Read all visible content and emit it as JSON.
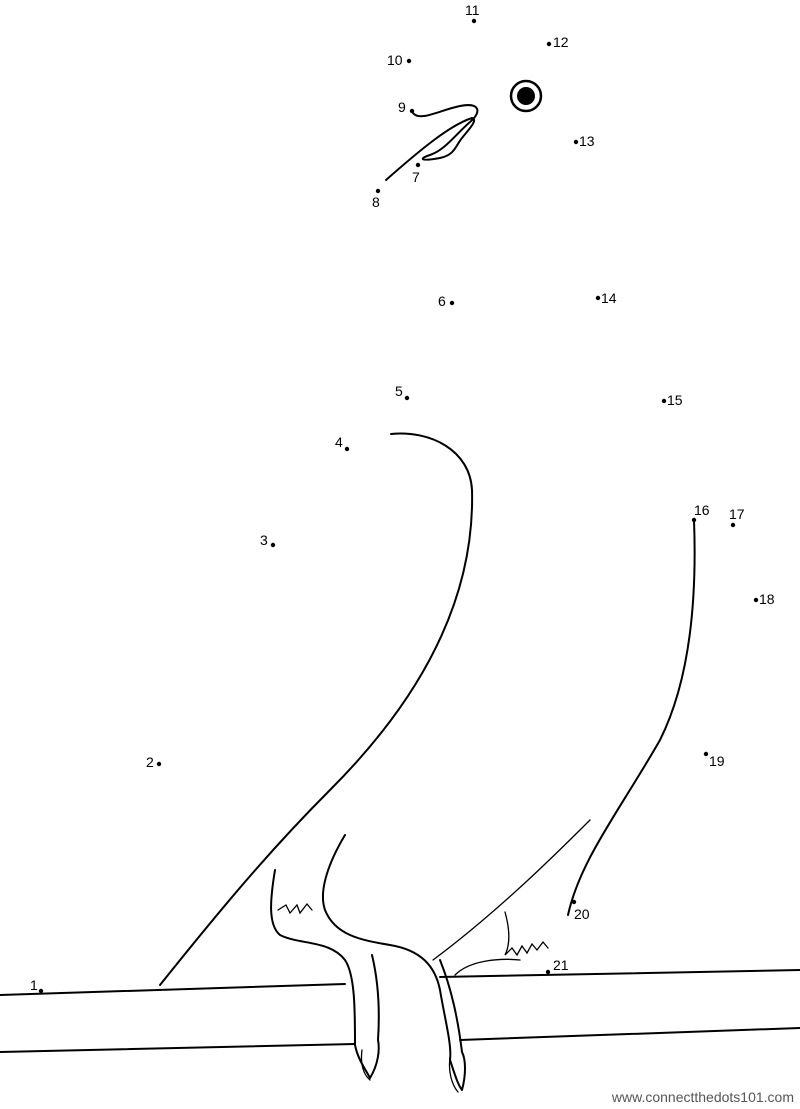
{
  "dots": [
    "1",
    "2",
    "3",
    "4",
    "5",
    "6",
    "7",
    "8",
    "9",
    "10",
    "11",
    "12",
    "13",
    "14",
    "15",
    "16",
    "17",
    "18",
    "19",
    "20",
    "21"
  ],
  "watermark": "www.connectthedots101.com"
}
